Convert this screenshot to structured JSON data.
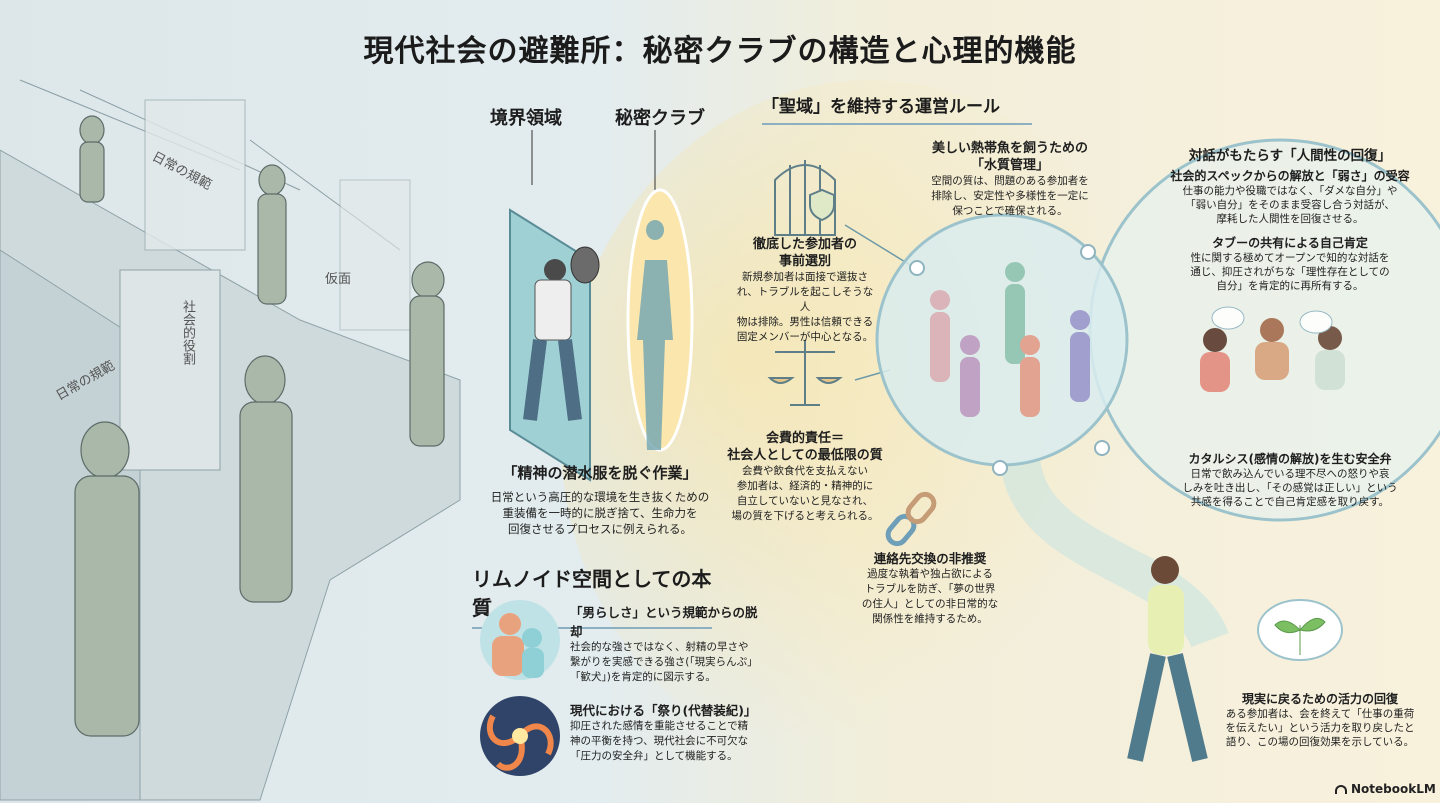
{
  "title": "現代社会の避難所：秘密クラブの構造と心理的機能",
  "left_scene": {
    "labels": [
      "日常の規範",
      "仮面",
      "社会的役割",
      "日常の規範"
    ]
  },
  "portal": {
    "boundary_label": "境界領域",
    "club_label": "秘密クラブ"
  },
  "diving_suit": {
    "heading": "「精神の潜水服を脱ぐ作業」",
    "body": [
      "日常という高圧的な環境を生き抜くための",
      "重装備を一時的に脱ぎ捨て、生命力を",
      "回復させるプロセスに例えられる。"
    ]
  },
  "liminoid": {
    "heading": "リムノイド空間としての本質",
    "items": [
      {
        "icon": "man-hugging-figure-icon",
        "title": "「男らしさ」という規範からの脱却",
        "body": [
          "社会的な強さではなく、射精の早さや",
          "繋がりを実感できる強さ(「現実らんぷ」",
          "「歓犬」)を肯定的に図示する。"
        ]
      },
      {
        "icon": "swirl-festival-icon",
        "title": "現代における「祭り(代替装紀)」",
        "body": [
          "抑圧された感情を重能させることで精",
          "神の平衡を持つ、現代社会に不可欠な",
          "「圧力の安全弁」として機能する。"
        ]
      }
    ]
  },
  "rules": {
    "heading": "「聖域」を維持する運営ルール",
    "screening": {
      "title": [
        "徹底した参加者の",
        "事前選別"
      ],
      "body": [
        "新規参加者は面接で選抜さ",
        "れ、トラブルを起こしそうな人",
        "物は排除。男性は信頼できる",
        "固定メンバーが中心となる。"
      ]
    },
    "responsibility": {
      "title": [
        "会費的責任＝",
        "社会人としての最低限の質"
      ],
      "body": [
        "会費や飲食代を支払えない",
        "参加者は、経済的・精神的に",
        "自立していないと見なされ、",
        "場の質を下げると考えられる。"
      ]
    },
    "water": {
      "title": [
        "美しい熱帯魚を飼うための",
        "「水質管理」"
      ],
      "body": [
        "空間の質は、問題のある参加者を",
        "排除し、安定性や多様性を一定に",
        "保つことで確保される。"
      ]
    },
    "contact": {
      "title": "連絡先交換の非推奨",
      "body": [
        "過度な執着や独占欲による",
        "トラブルを防ぎ、「夢の世界",
        "の住人」としての非日常的な",
        "関係性を維持するため。"
      ]
    }
  },
  "dialogue": {
    "heading": "対話がもたらす「人間性の回復」",
    "items": [
      {
        "title": "社会的スペックからの解放と「弱さ」の受容",
        "body": [
          "仕事の能力や役職ではなく、「ダメな自分」や",
          "「弱い自分」をそのまま受容し合う対話が、",
          "摩耗した人間性を回復させる。"
        ]
      },
      {
        "title": "タブーの共有による自己肯定",
        "body": [
          "性に関する極めてオープンで知的な対話を",
          "通じ、抑圧されがちな「理性存在としての",
          "自分」を肯定的に再所有する。"
        ]
      },
      {
        "title": "カタルシス(感情の解放)を生む安全弁",
        "body": [
          "日常で飲み込んでいる理不尽への怒りや哀",
          "しみを吐き出し、「その感覚は正しい」という",
          "共感を得ることで自己肯定感を取り戻す。"
        ]
      }
    ]
  },
  "return": {
    "title": "現実に戻るための活力の回復",
    "body": [
      "ある参加者は、会を終えて「仕事の重荷",
      "を伝えたい」という活力を取り戻したと",
      "語り、この場の回復効果を示している。"
    ]
  },
  "brand": "NotebookLM"
}
